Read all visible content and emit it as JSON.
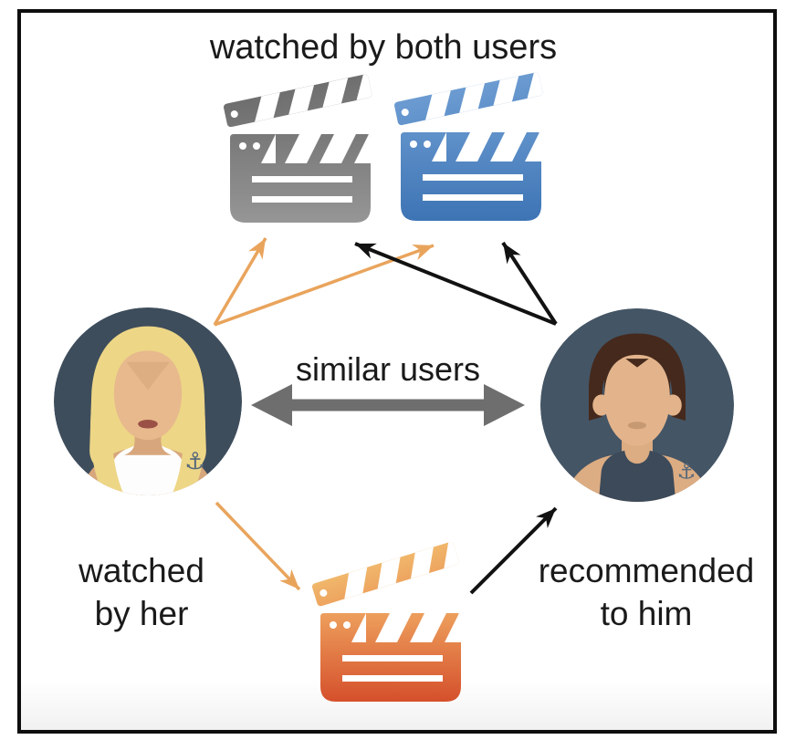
{
  "labels": {
    "top": "watched by both users",
    "center": "similar users",
    "bottom_left_line1": "watched",
    "bottom_left_line2": "by her",
    "bottom_right_line1": "recommended",
    "bottom_right_line2": "to him"
  },
  "diagram": {
    "type": "collaborative-filtering-recommendation",
    "nodes": [
      {
        "id": "her",
        "kind": "user-avatar",
        "description": "blonde woman in white tank top with anchor tattoo, dark circular background"
      },
      {
        "id": "him",
        "kind": "user-avatar",
        "description": "dark-haired man in dark tank top with anchor tattoo, dark circular background"
      },
      {
        "id": "movie-both-1",
        "kind": "clapperboard-icon",
        "color": "gray"
      },
      {
        "id": "movie-both-2",
        "kind": "clapperboard-icon",
        "color": "blue"
      },
      {
        "id": "movie-her",
        "kind": "clapperboard-icon",
        "color": "yellow-orange-gradient"
      }
    ],
    "edges": [
      {
        "from": "her",
        "to": "movie-both-1",
        "color": "orange"
      },
      {
        "from": "her",
        "to": "movie-both-2",
        "color": "orange"
      },
      {
        "from": "him",
        "to": "movie-both-1",
        "color": "black"
      },
      {
        "from": "him",
        "to": "movie-both-2",
        "color": "black"
      },
      {
        "from": "her",
        "to": "movie-her",
        "color": "orange"
      },
      {
        "from": "movie-her",
        "to": "him",
        "color": "black"
      },
      {
        "from": "her",
        "to": "him",
        "style": "thick-double-headed",
        "color": "gray",
        "label": "similar users"
      }
    ]
  },
  "colors": {
    "frame-border": "#0E0E0E",
    "text": "#1A1A1A",
    "arrow-orange": "#E9A45C",
    "arrow-black": "#121212",
    "arrow-gray": "#6E6E6E",
    "clap-gray-top": "#5D5D5D",
    "clap-gray-bottom": "#979797",
    "clap-blue-top": "#7FACDD",
    "clap-blue-bottom": "#3C73B4",
    "clap-warm-top": "#F6DF83",
    "clap-warm-mid": "#EC9B5A",
    "clap-warm-bottom": "#D44D2A",
    "avatar-bg-her": "#3E4D5C",
    "avatar-bg-him": "#445565",
    "hair-her": "#EDD686",
    "hair-him": "#45291C",
    "skin-her": "#E7B98D",
    "skin-her-dark": "#D7A67C",
    "skin-him": "#E3B48C",
    "skin-him-dark": "#DCAC82",
    "tank-her": "#FDFDFD",
    "tank-him": "#3C4A5A",
    "lips-her": "#9B5045",
    "lips-him": "#C79972",
    "tattoo": "#56687A"
  }
}
